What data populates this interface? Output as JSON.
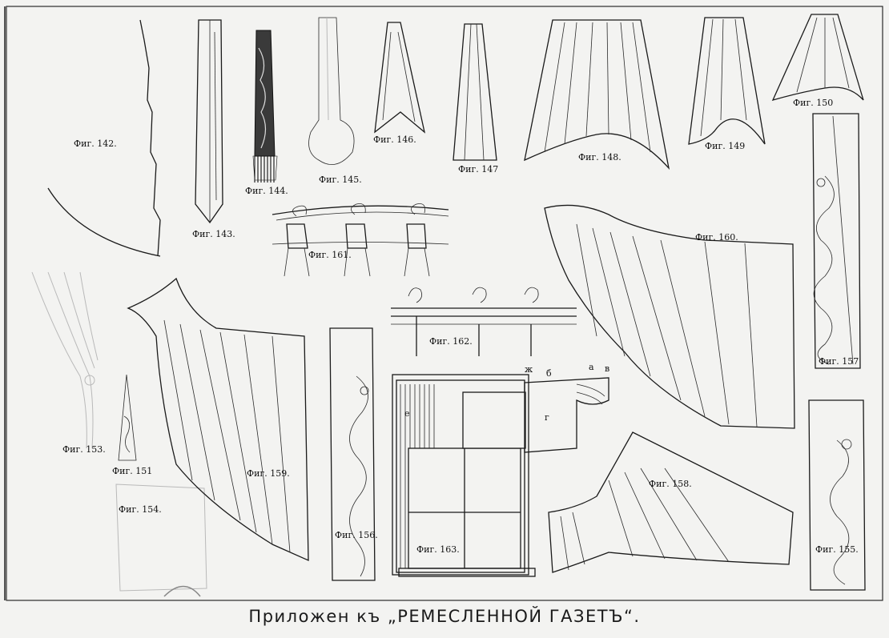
{
  "plate": {
    "caption": "Приложен  къ „РЕМЕСЛЕННОЙ ГАЗЕТЪ“.",
    "ink_color": "#1a1a1a",
    "paper_color": "#f3f3f1"
  },
  "figures": {
    "f142": "Фиг. 142.",
    "f143": "Фиг. 143.",
    "f144": "Фиг. 144.",
    "f145": "Фиг. 145.",
    "f146": "Фиг. 146.",
    "f147": "Фиг. 147",
    "f148": "Фиг. 148.",
    "f149": "Фиг. 149",
    "f150": "Фиг. 150",
    "f151": "Фиг. 151",
    "f153": "Фиг. 153.",
    "f154": "Фиг. 154.",
    "f155": "Фиг. 155.",
    "f156": "Фиг. 156.",
    "f157": "Фиг. 157",
    "f158": "Фиг. 158.",
    "f159": "Фиг. 159.",
    "f160": "Фиг. 160.",
    "f161": "Фиг. 161.",
    "f162": "Фиг. 162.",
    "f163": "Фиг. 163."
  },
  "window_letters": {
    "zh": "ж",
    "b": "б",
    "a": "а",
    "v": "в",
    "e": "е",
    "g": "г"
  }
}
